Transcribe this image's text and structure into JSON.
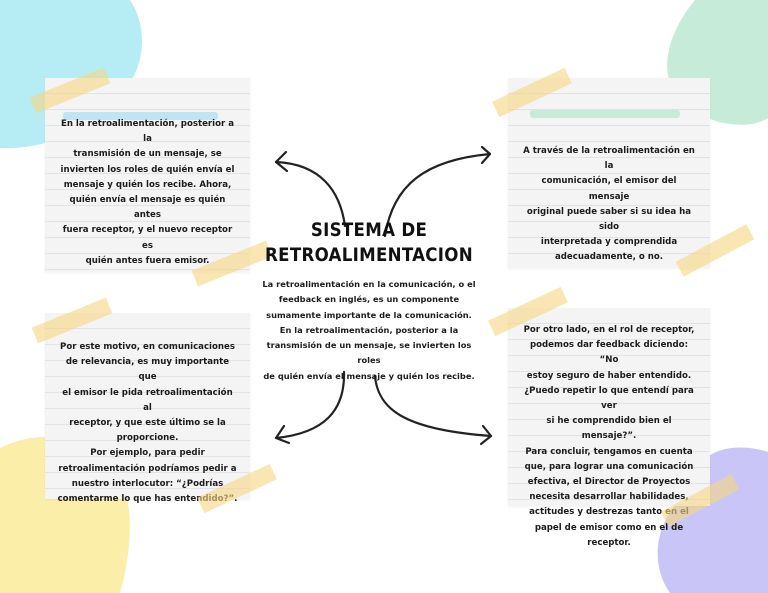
{
  "colors": {
    "blob_cyan": "#b6ecf3",
    "blob_mint": "#c6ecd9",
    "blob_yellow": "#fbeea8",
    "blob_lavender": "#c9c5f7",
    "note_paper": "#f4f4f4",
    "tape": "#f5d682",
    "highlight_blue": "#bfe4f2",
    "highlight_green": "#c7ebd9"
  },
  "diagram": {
    "title": "SISTEMA DE\nRETROALIMENTACION",
    "center_text": "La retroalimentación en la comunicación, o el\nfeedback en inglés, es un componente\nsumamente importante de la comunicación.\nEn la retroalimentación, posterior a la\ntransmisión de un mensaje, se invierten los roles\nde quién envía el mensaje y quién los recibe.",
    "notes": {
      "top_left": "En la retroalimentación, posterior a la\ntransmisión de un mensaje, se\ninvierten los roles de quién envía el\nmensaje y quién los recibe. Ahora,\nquién envía el mensaje es quién antes\nfuera receptor, y el nuevo receptor es\nquién antes fuera emisor.",
      "top_right": "A través de la retroalimentación en la\ncomunicación, el emisor del mensaje\noriginal puede saber si su idea ha sido\ninterpretada y comprendida\nadecuadamente, o no.",
      "bottom_left": "Por este motivo, en comunicaciones\nde relevancia, es muy importante que\nel emisor le pida retroalimentación al\nreceptor, y que este último se la\nproporcione.\nPor ejemplo, para pedir\nretroalimentación podríamos pedir a\nnuestro interlocutor: “¿Podrías\ncomentarme lo que has entendido?”.",
      "bottom_right": "Por otro lado, en el rol de receptor,\npodemos dar feedback diciendo: “No\nestoy seguro de haber entendido.\n¿Puedo repetir lo que entendí para ver\nsi he comprendido bien el mensaje?”.\nPara concluir, tengamos en cuenta\nque, para lograr una comunicación\nefectiva, el Director de Proyectos\nnecesita desarrollar habilidades,\nactitudes y destrezas tanto en el\npapel de emisor como en el de\nreceptor."
    }
  }
}
